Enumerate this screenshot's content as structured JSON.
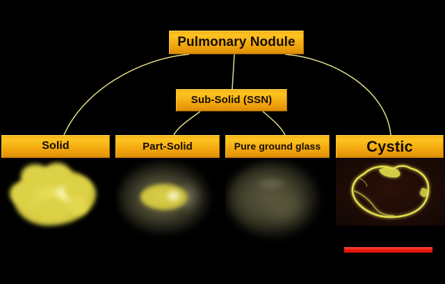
{
  "diagram": {
    "title": "Pulmonary Nodule classification",
    "background_color": "#000000",
    "box_color": "#f4ab10",
    "connector_color": "#e8e08a",
    "scalebar_color": "#f21a10"
  },
  "nodes": {
    "root": {
      "label": "Pulmonary Nodule"
    },
    "subsolid": {
      "label": "Sub-Solid (SSN)"
    },
    "solid": {
      "label": "Solid"
    },
    "part_solid": {
      "label": "Part-Solid"
    },
    "pure_ground_glass": {
      "label": "Pure ground glass"
    },
    "cystic": {
      "label": "Cystic"
    }
  },
  "panels": {
    "solid": {
      "name": "solid-nodule-image"
    },
    "part_solid": {
      "name": "part-solid-nodule-image"
    },
    "pure_ground_glass": {
      "name": "pure-ground-glass-nodule-image"
    },
    "cystic": {
      "name": "cystic-nodule-image"
    }
  }
}
